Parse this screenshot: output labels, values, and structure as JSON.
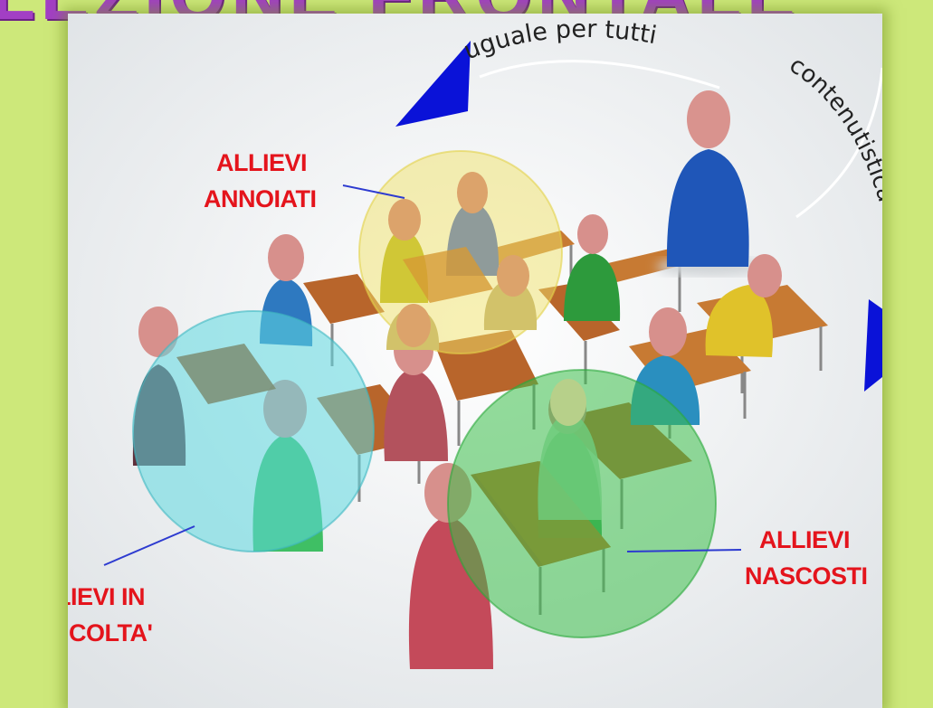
{
  "slide": {
    "title": "LEZIONE FRONTALE"
  },
  "diagram": {
    "arc_top_text": "uguale per tutti",
    "arc_right_text": "contenutistica",
    "groups": {
      "bored": {
        "line1": "ALLIEVI",
        "line2": "ANNOIATI",
        "color": "#f0e26a"
      },
      "struggling": {
        "line1": "ALLIEVI IN",
        "line2": "DIFFICOLTA'",
        "color": "#5ed8e0"
      },
      "hidden": {
        "line1": "ALLIEVI",
        "line2": "NASCOSTI",
        "color": "#3cc04a"
      }
    },
    "label_color": "#e4141c",
    "arrow_color": "#0a12d8",
    "teacher_color": "#1f56b8"
  }
}
